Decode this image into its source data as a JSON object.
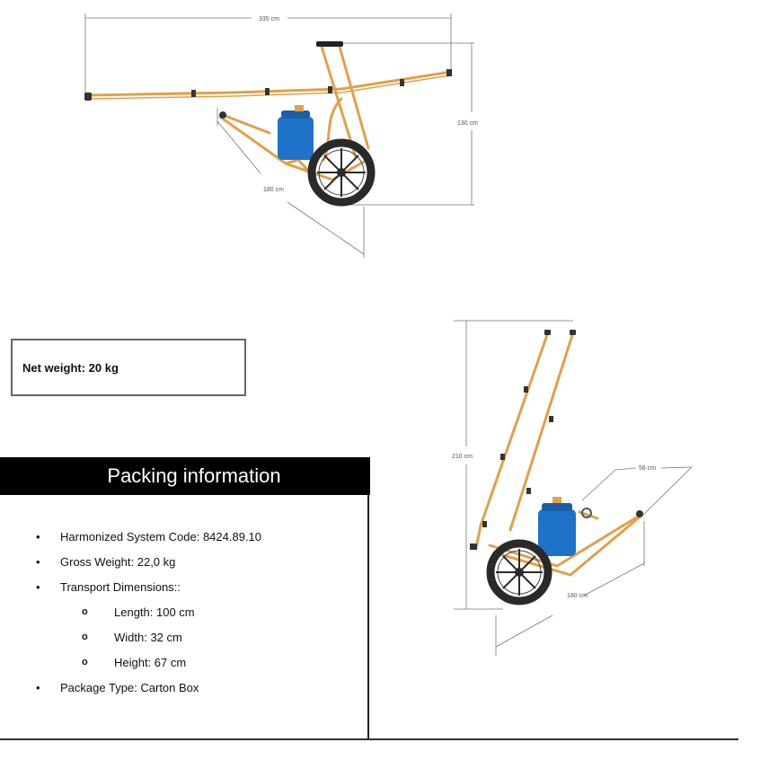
{
  "diagram_top": {
    "width_label": "335 cm",
    "height_label": "130 cm",
    "length_label": "180 cm"
  },
  "diagram_bottom": {
    "height_label": "210 cm",
    "width_label": "56 cm",
    "length_label": "180 cm"
  },
  "net_weight": "Net weight: 20 kg",
  "packing": {
    "title": "Packing information",
    "items": [
      {
        "text": "Harmonized System Code: 8424.89.10",
        "level": 1
      },
      {
        "text": "Gross Weight: 22,0 kg",
        "level": 1
      },
      {
        "text": "Transport Dimensions::",
        "level": 1
      },
      {
        "text": "Length: 100 cm",
        "level": 2
      },
      {
        "text": "Width: 32 cm",
        "level": 2
      },
      {
        "text": "Height: 67 cm",
        "level": 2
      },
      {
        "text": "Package Type: Carton Box",
        "level": 1
      }
    ]
  },
  "colors": {
    "frame": "#e2a04a",
    "tank": "#1e73c8",
    "tire": "#2a2a2a"
  }
}
